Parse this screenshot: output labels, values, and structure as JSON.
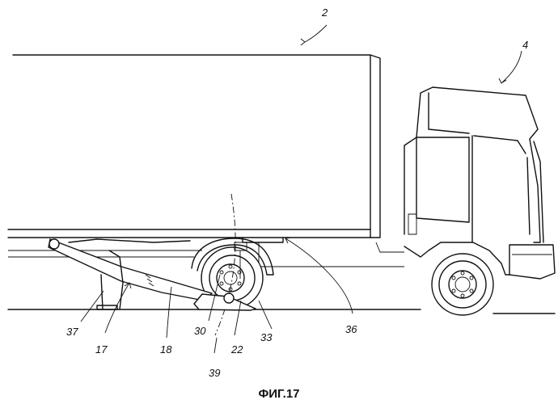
{
  "figure": {
    "caption": "ФИГ.17",
    "reference_labels": {
      "trailer": "2",
      "truck": "4",
      "lift_device": "17",
      "beam": "18",
      "support_foot": "22",
      "pivot": "30",
      "wheel": "33",
      "mount": "36",
      "leg": "37",
      "arc_path": "39"
    }
  }
}
